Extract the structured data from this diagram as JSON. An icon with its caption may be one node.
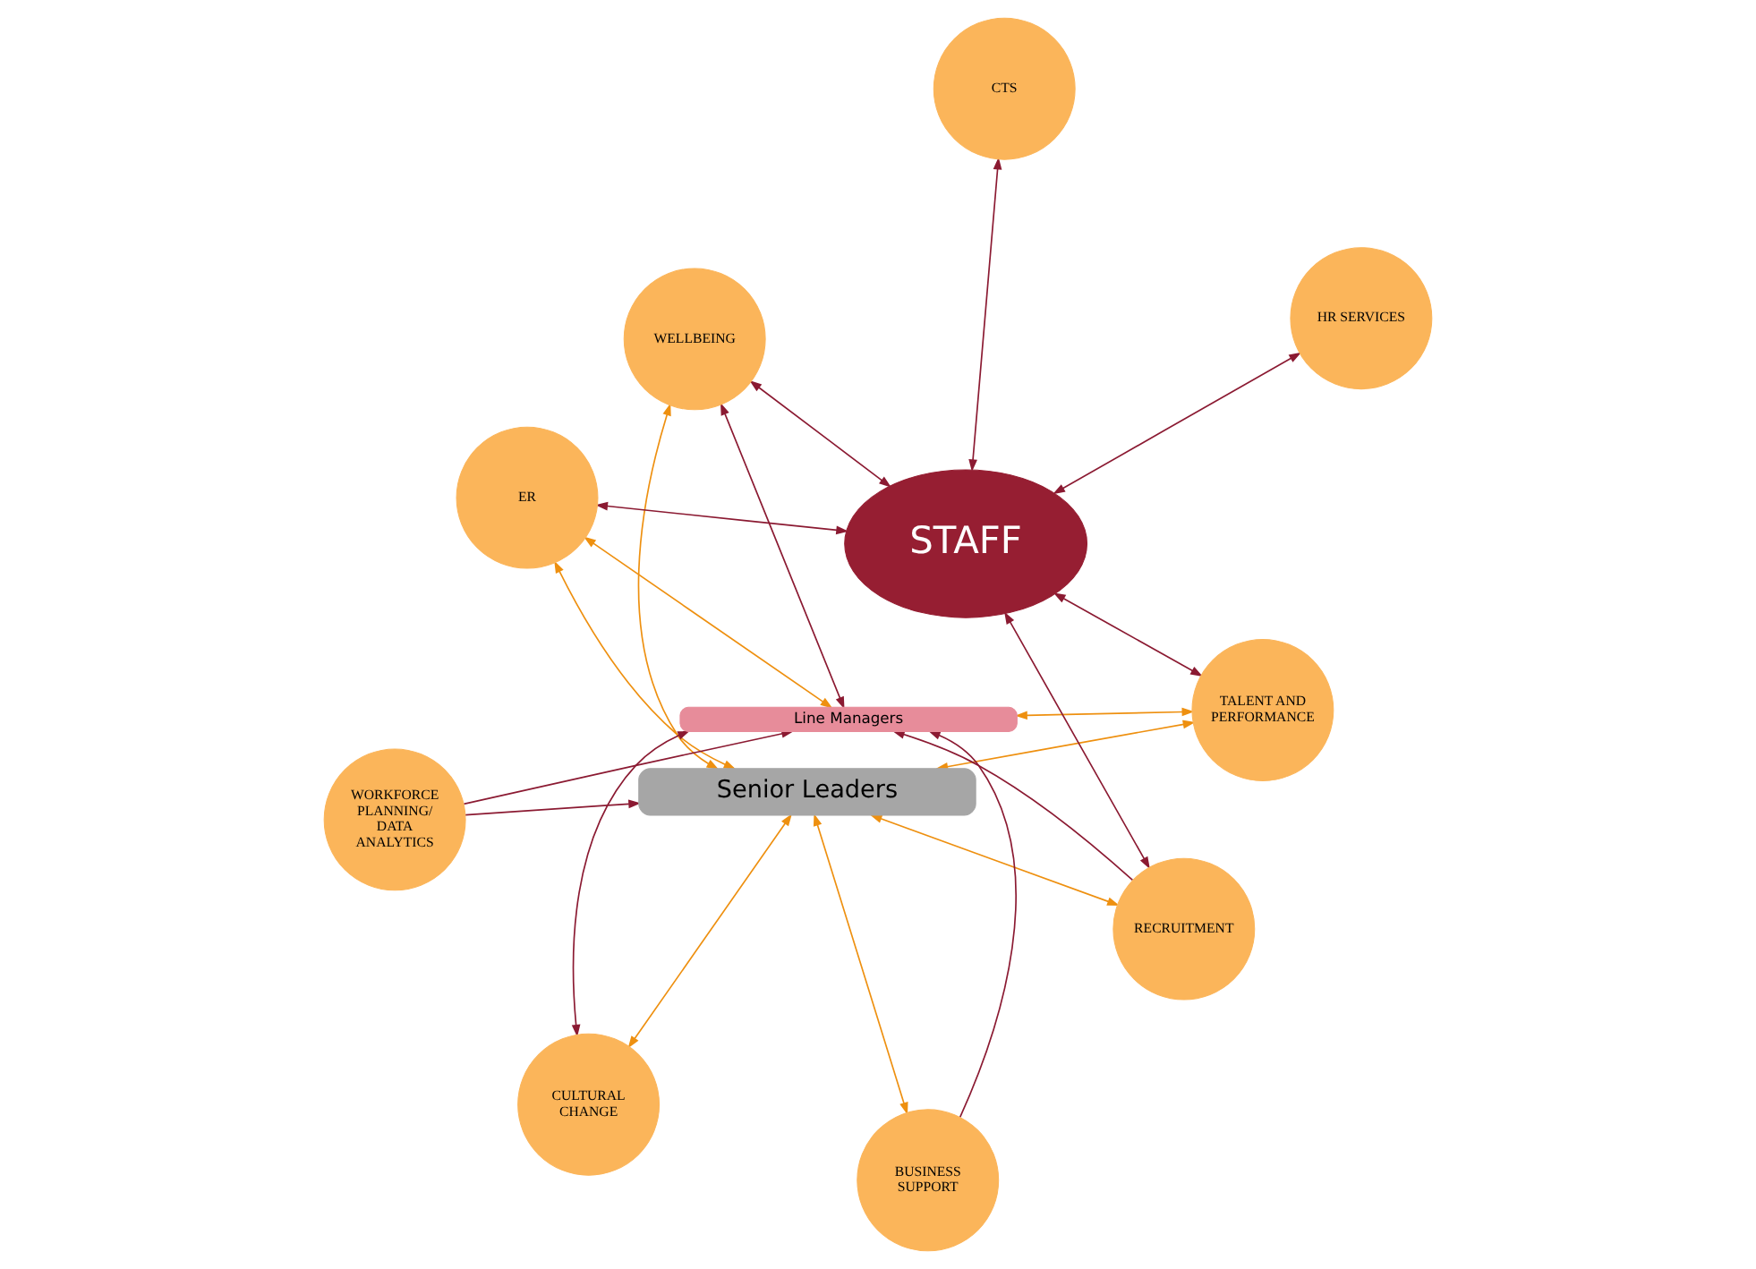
{
  "diagram": {
    "nodes": [
      {
        "text": [
          "Senior Leaders"
        ]
      },
      {
        "text": [
          "Line Managers"
        ]
      },
      {
        "text": [
          "STAFF"
        ]
      },
      {
        "text": [
          "CTS"
        ]
      },
      {
        "text": [
          "HR SERVICES"
        ]
      },
      {
        "text": [
          "WELLBEING"
        ]
      },
      {
        "text": [
          "ER"
        ]
      },
      {
        "text": [
          "TALENT AND PERFORMANCE"
        ]
      },
      {
        "text": [
          "CULTURAL CHANGE"
        ]
      },
      {
        "text": [
          "RECRUITMENT"
        ]
      },
      {
        "text": [
          "BUSINESS SUPPORT"
        ]
      },
      {
        "text": [
          "WORKFORCE PLANNING/ DATA ANALYTICS"
        ]
      }
    ],
    "edges": [
      {
        "from": 11,
        "to": 0,
        "arrow": "to"
      },
      {
        "from": 11,
        "to": 1,
        "arrow": "to"
      },
      {
        "from": 10,
        "to": 0,
        "arrow": "both",
        "color": "#ee9010"
      },
      {
        "from": 10,
        "to": 1,
        "arrow": "to"
      },
      {
        "from": 3,
        "to": 2,
        "arrow": "both"
      },
      {
        "from": 4,
        "to": 2,
        "arrow": "both"
      },
      {
        "from": 5,
        "to": 0,
        "arrow": "both",
        "color": "#ee9010"
      },
      {
        "from": 5,
        "to": 1,
        "arrow": "both"
      },
      {
        "from": 5,
        "to": 2,
        "arrow": "both"
      },
      {
        "from": 6,
        "to": 0,
        "arrow": "both",
        "color": "#ee9010"
      },
      {
        "from": 6,
        "to": 1,
        "arrow": "both",
        "color": "#ee9010"
      },
      {
        "from": 6,
        "to": 2,
        "arrow": "both"
      },
      {
        "from": 7,
        "to": 0,
        "arrow": "both",
        "color": "#ee9010"
      },
      {
        "from": 7,
        "to": 1,
        "arrow": "both",
        "color": "#ee9010"
      },
      {
        "from": 7,
        "to": 2,
        "arrow": "both"
      },
      {
        "from": 8,
        "to": 0,
        "arrow": "both",
        "color": "#ee9010"
      },
      {
        "from": 8,
        "to": 1,
        "arrow": "both"
      },
      {
        "from": 9,
        "to": 0,
        "arrow": "both",
        "color": "#ee9010"
      },
      {
        "from": 9,
        "to": 1,
        "arrow": "to"
      },
      {
        "from": 9,
        "to": 2,
        "arrow": "both"
      }
    ]
  }
}
